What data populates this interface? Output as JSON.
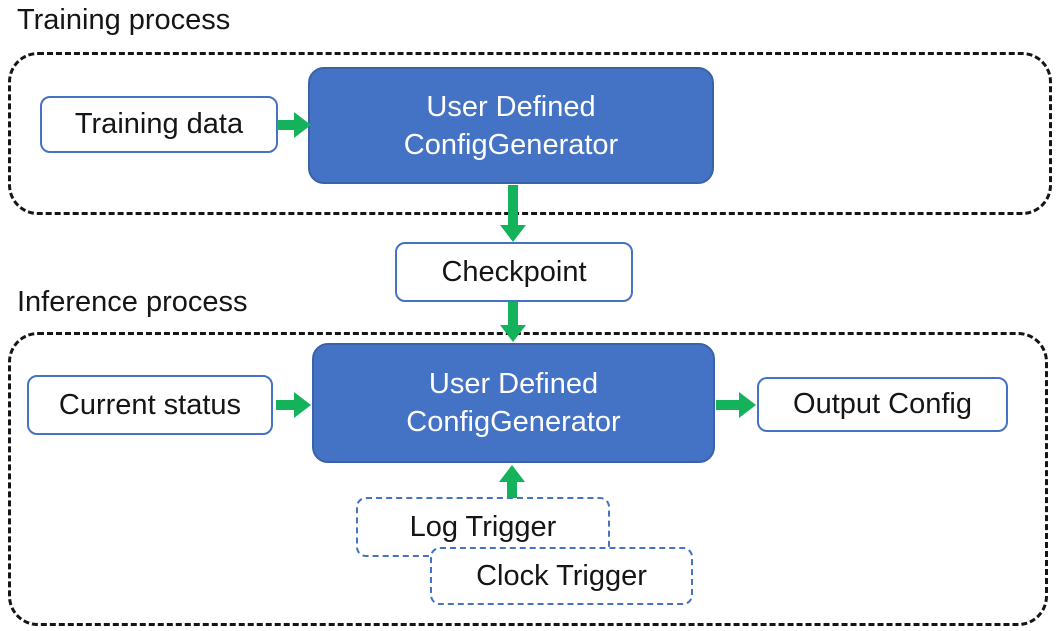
{
  "colors": {
    "box_blue": "#4472C4",
    "box_blue_border": "#3A62A8",
    "outline_blue": "#4472C4",
    "arrow_green": "#14B25A",
    "dash_black": "#151515",
    "text_dark": "#151515",
    "text_white": "#ffffff",
    "bg_white": "#ffffff"
  },
  "training": {
    "label": "Training process",
    "input_box": "Training data",
    "generator_line1": "User Defined",
    "generator_line2": "ConfigGenerator"
  },
  "checkpoint": {
    "label": "Checkpoint"
  },
  "inference": {
    "label": "Inference process",
    "input_box": "Current status",
    "generator_line1": "User Defined",
    "generator_line2": "ConfigGenerator",
    "output_box": "Output Config",
    "log_trigger": "Log Trigger",
    "clock_trigger": "Clock Trigger"
  }
}
